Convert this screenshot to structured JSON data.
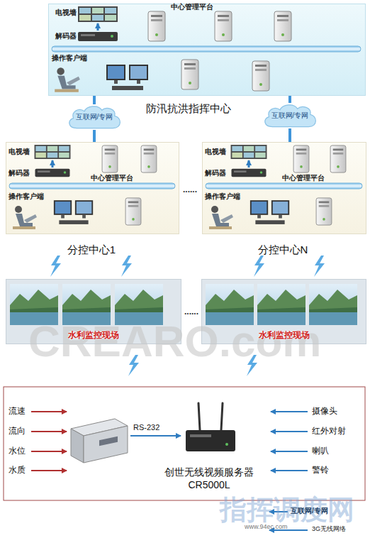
{
  "diagram": {
    "nodes": [
      {
        "text": [
          "防汛抗洪指挥中心"
        ]
      },
      {
        "text": [
          "互联网/专网"
        ]
      },
      {
        "text": [
          "互联网/专网"
        ]
      },
      {
        "text": [
          "分控中心1"
        ]
      },
      {
        "text": [
          "分控中心N"
        ]
      },
      {
        "text": [
          "水利监控现场"
        ]
      },
      {
        "text": [
          "水利监控现场"
        ]
      },
      {
        "text": [
          "创世无线视频服务器",
          "CR5000L"
        ]
      }
    ],
    "edges": [
      {
        "from": 0,
        "to": 1,
        "arrow": "none"
      },
      {
        "from": 1,
        "to": 3,
        "arrow": "none"
      },
      {
        "from": 0,
        "to": 2,
        "arrow": "none"
      },
      {
        "from": 2,
        "to": 4,
        "arrow": "none"
      }
    ],
    "labels": [
      "电视墙",
      "解码器",
      "中心管理平台",
      "操作客户端",
      "电视墙",
      "解码器",
      "中心管理平台",
      "操作客户端",
      "电视墙",
      "解码器",
      "中心管理平台",
      "操作客户端",
      "......",
      "......",
      "流速",
      "流向",
      "水位",
      "水质",
      "RS-232",
      "摄像头",
      "红外对射",
      "喇叭",
      "警铃",
      "互联网/专网",
      "3G无线网络",
      "CREARO.com",
      "指挥调度网",
      "www.94ec.com"
    ]
  }
}
